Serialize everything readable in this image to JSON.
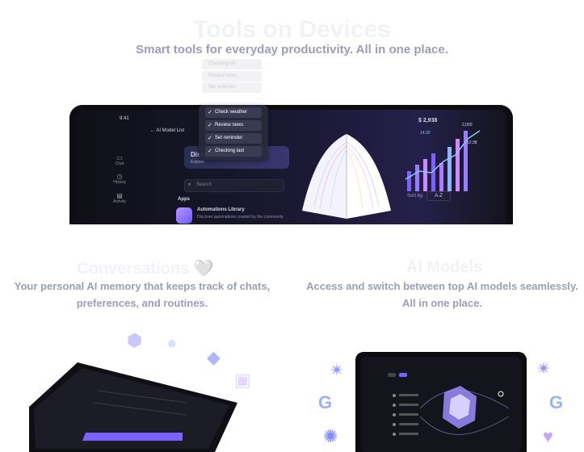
{
  "hero": {
    "ghost_title": "Tools on Devices",
    "subtitle": "Smart tools for everyday productivity. All in one place.",
    "device": {
      "status_time": "9:41",
      "nav_title": "AI Model List",
      "discover_title": "Disco",
      "discover_desc": "Explore",
      "search_placeholder": "Search",
      "apps_label": "Apps",
      "app_title": "Automations Library",
      "app_desc": "Discover automations created by the community",
      "sort_label": "Sort by:",
      "sort_value": "A-Z",
      "sidebar": [
        {
          "label": "Chat",
          "icon": "chat-icon"
        },
        {
          "label": "History",
          "icon": "history-icon"
        },
        {
          "label": "Activity",
          "icon": "activity-icon"
        }
      ],
      "stat_1": "$ 2,938",
      "stat_2": "12:38",
      "stat_3": "14.20",
      "stat_4": "2,000"
    },
    "checklist_faded": [
      "Checking off",
      "Review news",
      "Set reminder"
    ],
    "checklist": [
      "Check weather",
      "Review news",
      "Set reminder",
      "Checking last"
    ]
  },
  "left_card": {
    "ghost_title": "Conversations 🤍",
    "subtitle_line1": "Your personal AI memory that keeps track of chats,",
    "subtitle_line2": "preferences, and routines."
  },
  "right_card": {
    "ghost_title": "AI Models",
    "subtitle_line1": "Access and switch between top AI models seamlessly.",
    "subtitle_line2": "All in one place."
  },
  "colors": {
    "subtitle": "#9aa0b3",
    "ghost": "#f1f2f6",
    "accent": "#7b61ff"
  }
}
